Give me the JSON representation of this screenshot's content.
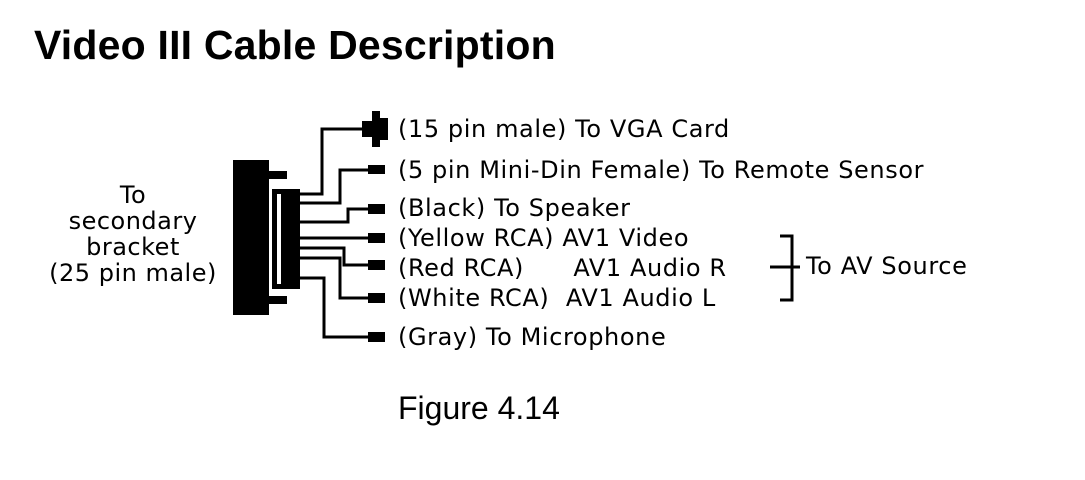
{
  "title": "Video III Cable Description",
  "left_connector": {
    "lines": [
      "To",
      "secondary",
      "bracket",
      "(25 pin male)"
    ]
  },
  "connections": [
    {
      "label": "(15 pin male) To VGA Card"
    },
    {
      "label": "(5 pin Mini-Din Female) To Remote Sensor"
    },
    {
      "label": "(Black) To Speaker"
    },
    {
      "label": "(Yellow RCA) AV1 Video"
    },
    {
      "label": "(Red RCA)      AV1 Audio R"
    },
    {
      "label": "(White RCA)  AV1 Audio L"
    },
    {
      "label": "(Gray) To Microphone"
    }
  ],
  "group_label": "To AV Source",
  "figure_caption": "Figure 4.14"
}
